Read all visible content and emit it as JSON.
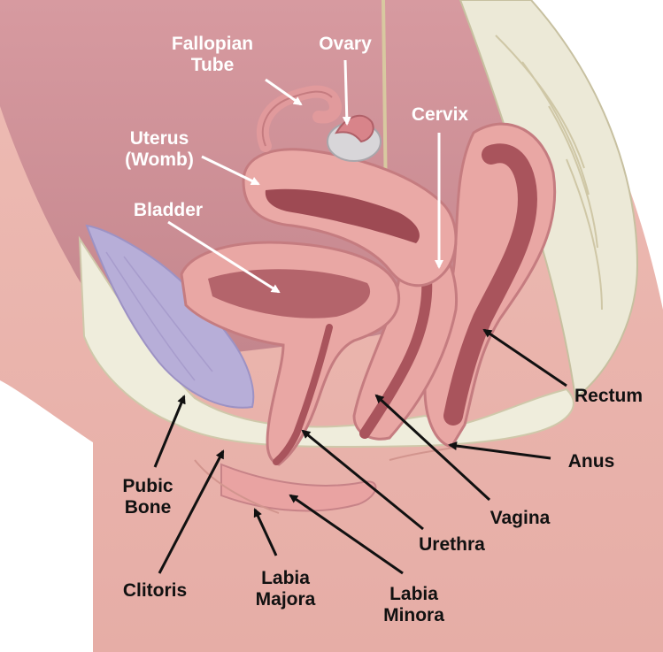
{
  "labels": {
    "fallopian_tube": "Fallopian\nTube",
    "ovary": "Ovary",
    "cervix": "Cervix",
    "uterus": "Uterus\n(Womb)",
    "bladder": "Bladder",
    "rectum": "Rectum",
    "anus": "Anus",
    "pubic_bone": "Pubic\nBone",
    "vagina": "Vagina",
    "urethra": "Urethra",
    "clitoris": "Clitoris",
    "labia_majora": "Labia\nMajora",
    "labia_minora": "Labia\nMinora"
  },
  "colors": {
    "skin": "#e9b3ab",
    "cavity": "#c98d93",
    "tissue": "#e9a7a4",
    "tissue_dark": "#a9545c",
    "bone": "#ece9d7",
    "bone_shadow": "#bcb593",
    "pubic_bone": "#b7aed8",
    "label_dark": "#111111",
    "label_light": "#ffffff"
  }
}
